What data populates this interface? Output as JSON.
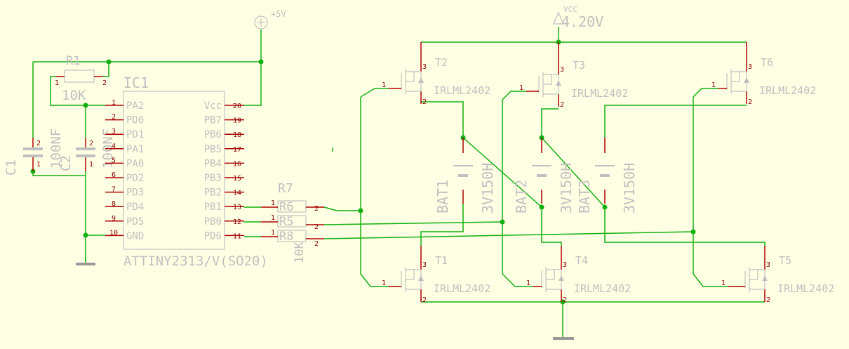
{
  "ic": {
    "name": "IC1",
    "value": "ATTINY2313/V(SO20)",
    "left_pins": [
      {
        "num": "1",
        "name": "PA2"
      },
      {
        "num": "2",
        "name": "PD0"
      },
      {
        "num": "3",
        "name": "PD1"
      },
      {
        "num": "4",
        "name": "PA1"
      },
      {
        "num": "5",
        "name": "PA0"
      },
      {
        "num": "6",
        "name": "PD2"
      },
      {
        "num": "7",
        "name": "PD3"
      },
      {
        "num": "8",
        "name": "PD4"
      },
      {
        "num": "9",
        "name": "PD5"
      },
      {
        "num": "10",
        "name": "GND"
      }
    ],
    "right_pins": [
      {
        "num": "20",
        "name": "Vcc"
      },
      {
        "num": "19",
        "name": "PB7"
      },
      {
        "num": "18",
        "name": "PB6"
      },
      {
        "num": "17",
        "name": "PB5"
      },
      {
        "num": "16",
        "name": "PB4"
      },
      {
        "num": "15",
        "name": "PB3"
      },
      {
        "num": "14",
        "name": "PB2"
      },
      {
        "num": "13",
        "name": "PB1"
      },
      {
        "num": "12",
        "name": "PB0"
      },
      {
        "num": "11",
        "name": "PD6"
      }
    ]
  },
  "r1": {
    "name": "R1",
    "value": "10K",
    "pin1": "1",
    "pin2": "2"
  },
  "c1": {
    "name": "C1",
    "value": "100NF",
    "pin1": "1",
    "pin2": "2"
  },
  "c2": {
    "name": "C2",
    "value": "100NF",
    "pin1": "1",
    "pin2": "2"
  },
  "r_array": {
    "name": "R7",
    "labels": [
      "R6",
      "R5",
      "R8"
    ],
    "value": "10K"
  },
  "supply_5v": "+5V",
  "supply_vcc": {
    "name": "VCC",
    "value": "4.20V"
  },
  "mosfets": [
    {
      "name": "T2",
      "part": "IRLML2402",
      "g": "1",
      "s": "3",
      "d": "2"
    },
    {
      "name": "T3",
      "part": "IRLML2402",
      "g": "1",
      "s": "3",
      "d": "2"
    },
    {
      "name": "T6",
      "part": "IRLML2402",
      "g": "1",
      "s": "3",
      "d": "2"
    },
    {
      "name": "T1",
      "part": "IRLML2402",
      "g": "1",
      "s": "3",
      "d": "2"
    },
    {
      "name": "T4",
      "part": "IRLML2402",
      "g": "1",
      "s": "3",
      "d": "2"
    },
    {
      "name": "T5",
      "part": "IRLML2402",
      "g": "1",
      "s": "3",
      "d": "2"
    }
  ],
  "batteries": [
    {
      "name": "BAT1",
      "value": "3V150H"
    },
    {
      "name": "BAT2",
      "value": "3V150H"
    },
    {
      "name": "BAT3",
      "value": "3V150H"
    }
  ]
}
